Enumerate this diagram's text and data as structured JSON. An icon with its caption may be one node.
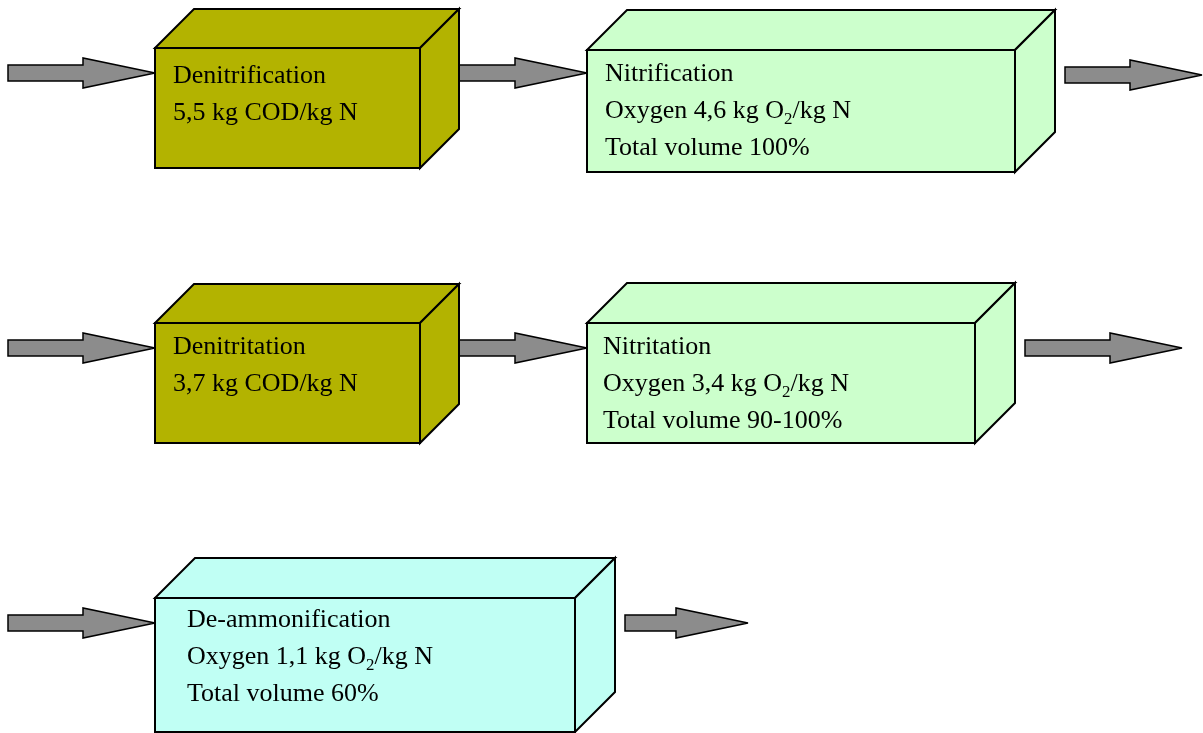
{
  "diagram": {
    "nodes": [
      {
        "text": [
          "Denitrification",
          "5,5 kg COD/kg N"
        ]
      },
      {
        "text": [
          "Nitrification",
          "Oxygen 4,6 kg O$_{2}$/kg N",
          "Total volume 100%"
        ]
      },
      {
        "text": [
          "Denitritation",
          "3,7 kg COD/kg N"
        ]
      },
      {
        "text": [
          "Nitritation",
          "Oxygen 3,4 kg O$_{2}$/kg N",
          "Total volume 90-100%"
        ]
      },
      {
        "text": [
          "De-ammonification",
          "Oxygen 1,1 kg O$_{2}$/kg N",
          "Total volume 60%"
        ]
      }
    ],
    "edges": [
      {
        "from": null,
        "to": 0,
        "arrow": "to"
      },
      {
        "from": 0,
        "to": 1,
        "arrow": "to"
      },
      {
        "from": 1,
        "to": null,
        "arrow": "to"
      },
      {
        "from": null,
        "to": 2,
        "arrow": "to"
      },
      {
        "from": 2,
        "to": 3,
        "arrow": "to"
      },
      {
        "from": 3,
        "to": null,
        "arrow": "to"
      },
      {
        "from": null,
        "to": 4,
        "arrow": "to"
      },
      {
        "from": 4,
        "to": null,
        "arrow": "to"
      }
    ]
  }
}
